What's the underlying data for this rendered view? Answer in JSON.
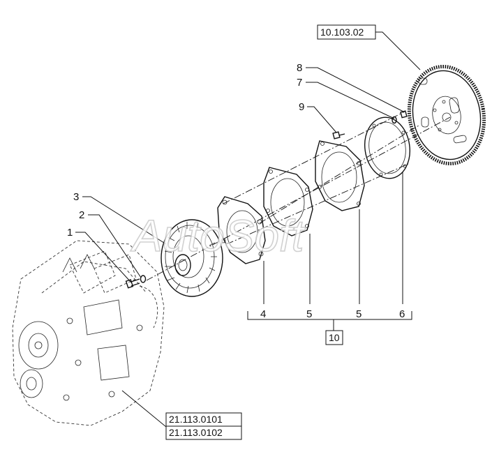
{
  "watermark": "AutoSoft",
  "callouts": {
    "c1": "1",
    "c2": "2",
    "c3": "3",
    "c4": "4",
    "c5a": "5",
    "c5b": "5",
    "c6": "6",
    "c7": "7",
    "c8": "8",
    "c9": "9"
  },
  "references": {
    "flywheel": "10.103.02",
    "group": "10",
    "transmission_a": "21.113.0101",
    "transmission_b": "21.113.0102"
  }
}
